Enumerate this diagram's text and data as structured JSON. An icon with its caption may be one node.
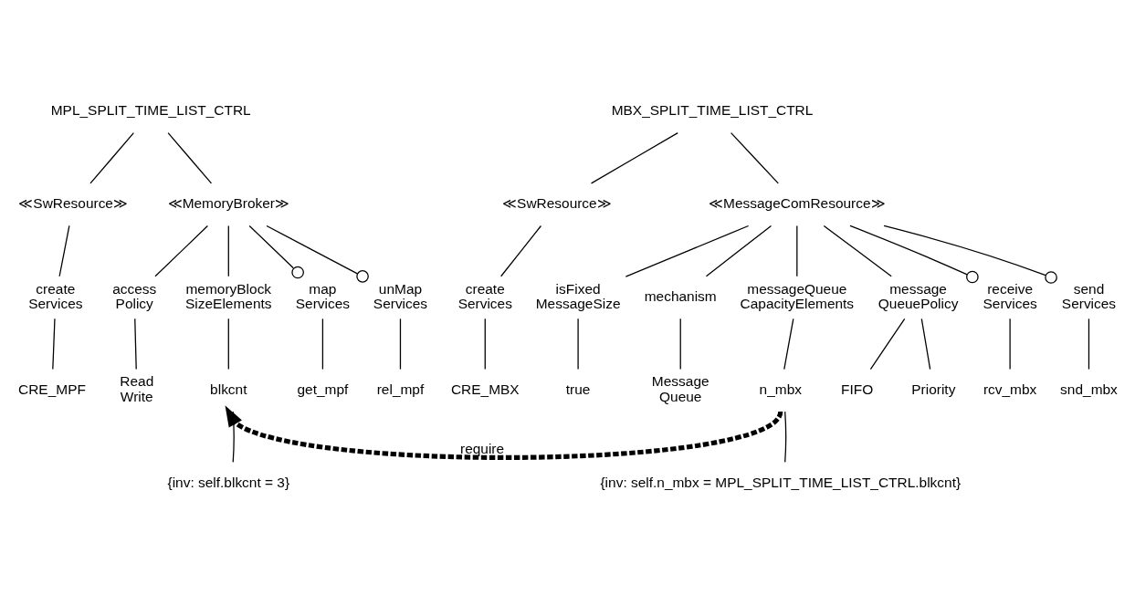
{
  "diagram": {
    "nodes": [
      {
        "text": [
          "MPL_SPLIT_TIME_LIST_CTRL"
        ]
      },
      {
        "text": [
          "≪SwResource≫"
        ]
      },
      {
        "text": [
          "≪MemoryBroker≫"
        ]
      },
      {
        "text": [
          "create Services"
        ]
      },
      {
        "text": [
          "access Policy"
        ]
      },
      {
        "text": [
          "memoryBlock SizeElements"
        ]
      },
      {
        "text": [
          "map Services"
        ]
      },
      {
        "text": [
          "unMap Services"
        ]
      },
      {
        "text": [
          "CRE_MPF"
        ]
      },
      {
        "text": [
          "Read Write"
        ]
      },
      {
        "text": [
          "blkcnt"
        ]
      },
      {
        "text": [
          "get_mpf"
        ]
      },
      {
        "text": [
          "rel_mpf"
        ]
      },
      {
        "text": [
          "{inv: self.blkcnt = 3}"
        ]
      },
      {
        "text": [
          "MBX_SPLIT_TIME_LIST_CTRL"
        ]
      },
      {
        "text": [
          "≪SwResource≫"
        ]
      },
      {
        "text": [
          "≪MessageComResource≫"
        ]
      },
      {
        "text": [
          "create Services"
        ]
      },
      {
        "text": [
          "isFixed MessageSize"
        ]
      },
      {
        "text": [
          "mechanism"
        ]
      },
      {
        "text": [
          "messageQueue CapacityElements"
        ]
      },
      {
        "text": [
          "message QueuePolicy"
        ]
      },
      {
        "text": [
          "receive Services"
        ]
      },
      {
        "text": [
          "send Services"
        ]
      },
      {
        "text": [
          "CRE_MBX"
        ]
      },
      {
        "text": [
          "true"
        ]
      },
      {
        "text": [
          "Message Queue"
        ]
      },
      {
        "text": [
          "n_mbx"
        ]
      },
      {
        "text": [
          "FIFO"
        ]
      },
      {
        "text": [
          "Priority"
        ]
      },
      {
        "text": [
          "rcv_mbx"
        ]
      },
      {
        "text": [
          "snd_mbx"
        ]
      },
      {
        "text": [
          "{inv: self.n_mbx = MPL_SPLIT_TIME_LIST_CTRL.blkcnt}"
        ]
      }
    ],
    "edges": [
      {
        "from": 0,
        "to": 1,
        "arrow": "none"
      },
      {
        "from": 0,
        "to": 2,
        "arrow": "none"
      },
      {
        "from": 1,
        "to": 3,
        "arrow": "none"
      },
      {
        "from": 2,
        "to": 4,
        "arrow": "none"
      },
      {
        "from": 2,
        "to": 5,
        "arrow": "none"
      },
      {
        "from": 2,
        "to": 6,
        "arrow": "other"
      },
      {
        "from": 2,
        "to": 7,
        "arrow": "other"
      },
      {
        "from": 3,
        "to": 8,
        "arrow": "none"
      },
      {
        "from": 4,
        "to": 9,
        "arrow": "none"
      },
      {
        "from": 5,
        "to": 10,
        "arrow": "none"
      },
      {
        "from": 6,
        "to": 11,
        "arrow": "none"
      },
      {
        "from": 7,
        "to": 12,
        "arrow": "none"
      },
      {
        "from": 13,
        "to": 10,
        "arrow": "none"
      },
      {
        "from": 14,
        "to": 15,
        "arrow": "none"
      },
      {
        "from": 14,
        "to": 16,
        "arrow": "none"
      },
      {
        "from": 15,
        "to": 17,
        "arrow": "none"
      },
      {
        "from": 16,
        "to": 18,
        "arrow": "none"
      },
      {
        "from": 16,
        "to": 19,
        "arrow": "none"
      },
      {
        "from": 16,
        "to": 20,
        "arrow": "none"
      },
      {
        "from": 16,
        "to": 21,
        "arrow": "none"
      },
      {
        "from": 16,
        "to": 22,
        "arrow": "other"
      },
      {
        "from": 16,
        "to": 23,
        "arrow": "other"
      },
      {
        "from": 17,
        "to": 24,
        "arrow": "none"
      },
      {
        "from": 18,
        "to": 25,
        "arrow": "none"
      },
      {
        "from": 19,
        "to": 26,
        "arrow": "none"
      },
      {
        "from": 20,
        "to": 27,
        "arrow": "none"
      },
      {
        "from": 21,
        "to": 28,
        "arrow": "none"
      },
      {
        "from": 21,
        "to": 29,
        "arrow": "none"
      },
      {
        "from": 22,
        "to": 30,
        "arrow": "none"
      },
      {
        "from": 23,
        "to": 31,
        "arrow": "none"
      },
      {
        "from": 32,
        "to": 27,
        "arrow": "none"
      },
      {
        "from": 27,
        "to": 10,
        "arrow": "to",
        "label": "require",
        "style": "dashed"
      }
    ]
  }
}
